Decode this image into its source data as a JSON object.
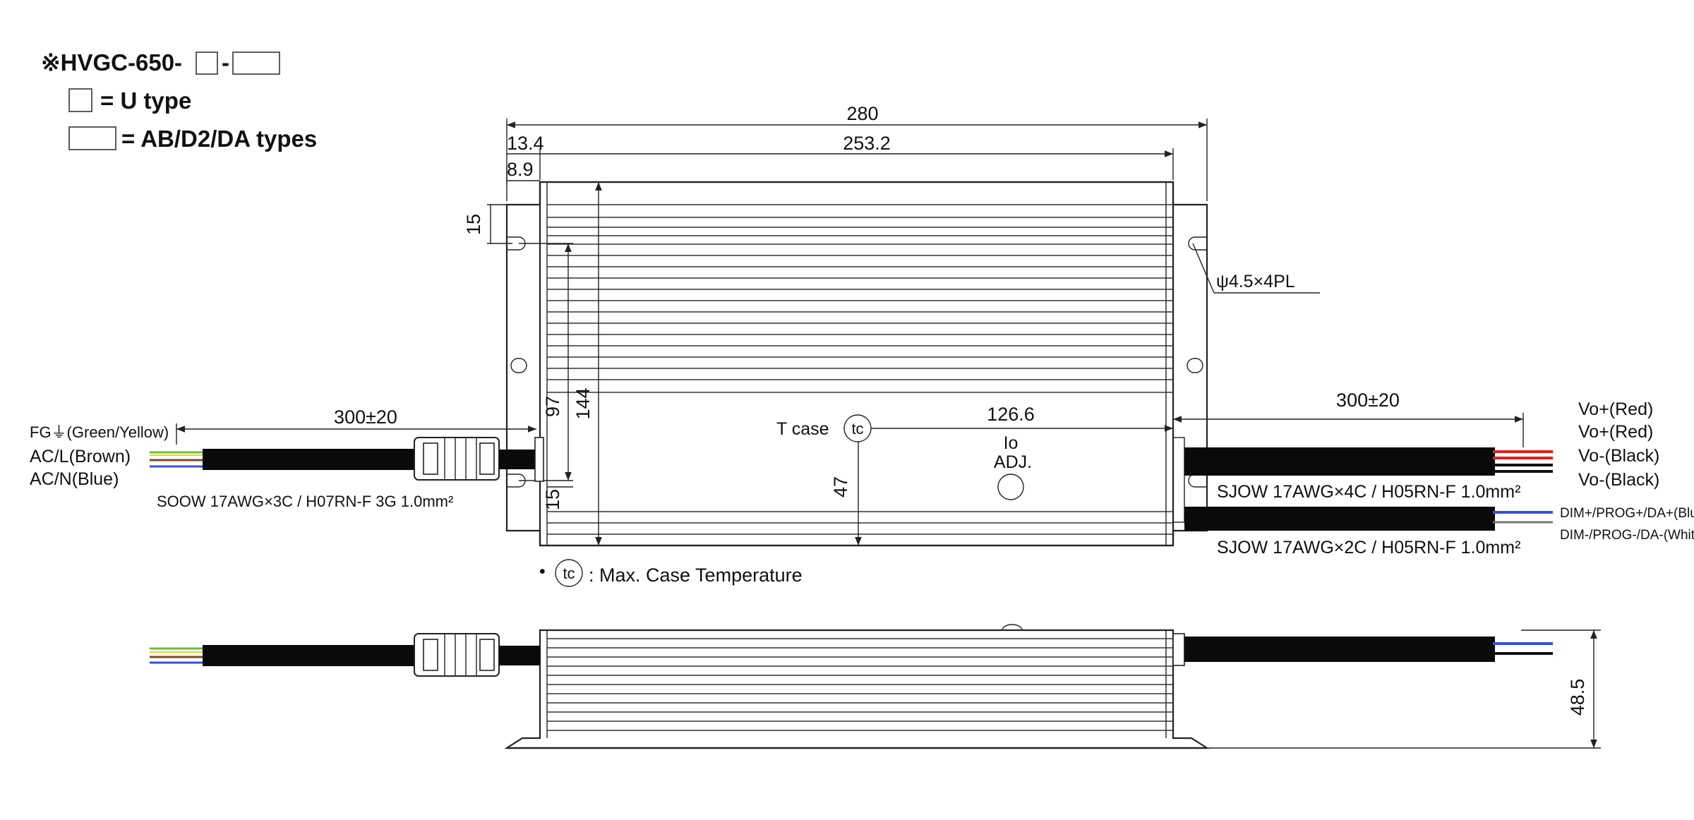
{
  "header": {
    "model_prefix": "※HVGC-650-",
    "model_sep": "-",
    "u_type": "= U type",
    "ab_types": "= AB/D2/DA types"
  },
  "dimensions": {
    "total_length": "280",
    "body_length": "253.2",
    "offset_outer": "13.4",
    "offset_inner": "8.9",
    "slot_top": "15",
    "slot_bottom": "15",
    "mount_pitch": "97",
    "width": "144",
    "tcase_offset": "126.6",
    "tcase_height": "47",
    "side_height": "48.5",
    "cable_left": "300±20",
    "cable_right": "300±20",
    "hole_spec": "ψ4.5×4PL"
  },
  "labels": {
    "fg": "FG⏚(Green/Yellow)",
    "acl": "AC/L(Brown)",
    "acn": "AC/N(Blue)",
    "input_cable": "SOOW 17AWG×3C / H07RN-F 3G 1.0mm²",
    "out_cable": "SJOW 17AWG×4C / H05RN-F 1.0mm²",
    "dim_cable": "SJOW 17AWG×2C / H05RN-F 1.0mm²",
    "vo1": "Vo+(Red)",
    "vo2": "Vo+(Red)",
    "vo3": "Vo-(Black)",
    "vo4": "Vo-(Black)",
    "dim_plus": "DIM+/PROG+/DA+(Blue)",
    "dim_minus": "DIM-/PROG-/DA-(White)",
    "tcase": "T case",
    "tc": "tc",
    "io": "Io",
    "adj": "ADJ.",
    "note_bullet": "•",
    "note": ": Max. Case Temperature"
  },
  "colors": {
    "wire_red": "#e02020",
    "wire_blue": "#3a4fd8",
    "wire_brown": "#7a4a22",
    "wire_green": "#6fbf3a",
    "wire_yellow": "#e6d12a",
    "cable": "#0a0a0a"
  }
}
